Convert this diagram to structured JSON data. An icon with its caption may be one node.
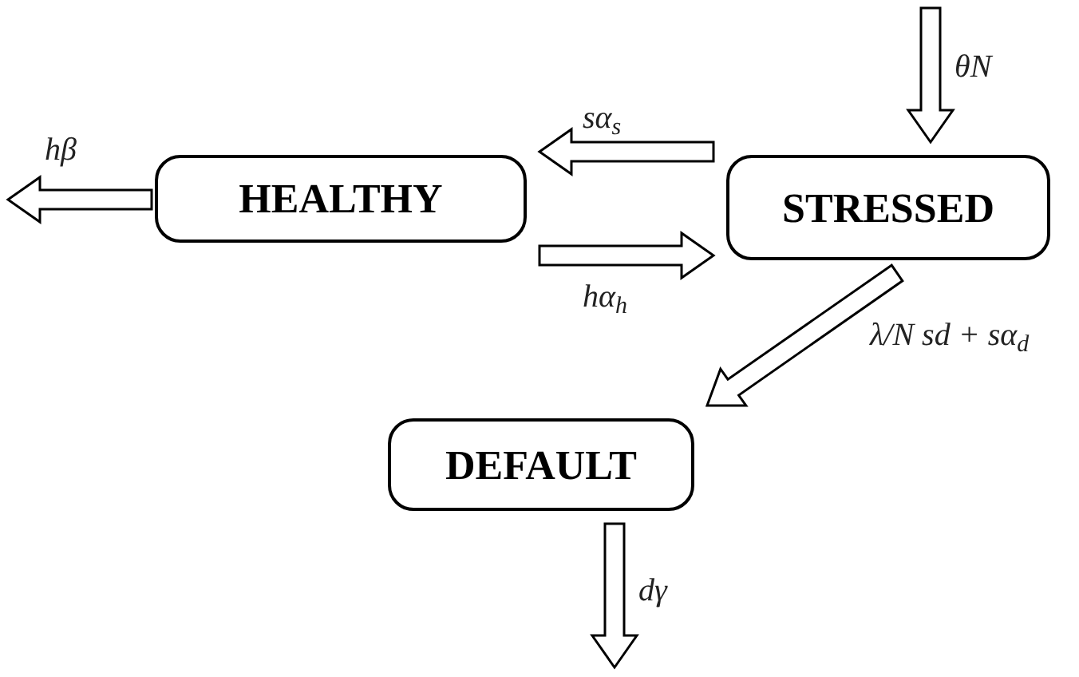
{
  "diagram": {
    "nodes": [
      {
        "text": [
          "HEALTHY"
        ]
      },
      {
        "text": [
          "STRESSED"
        ]
      },
      {
        "text": [
          "DEFAULT"
        ]
      }
    ],
    "edges": [
      {
        "from": 0,
        "to": null,
        "arrow": "to",
        "label": "hβ"
      },
      {
        "from": 1,
        "to": 0,
        "arrow": "to",
        "label": "sα$_{s}$"
      },
      {
        "from": 0,
        "to": 1,
        "arrow": "to",
        "label": "hα$_{h}$"
      },
      {
        "from": null,
        "to": 1,
        "arrow": "to",
        "label": "θN"
      },
      {
        "from": 1,
        "to": 2,
        "arrow": "to",
        "label": "λ/N sd + sα$_{d}$"
      },
      {
        "from": 2,
        "to": null,
        "arrow": "to",
        "label": "dγ"
      }
    ]
  }
}
